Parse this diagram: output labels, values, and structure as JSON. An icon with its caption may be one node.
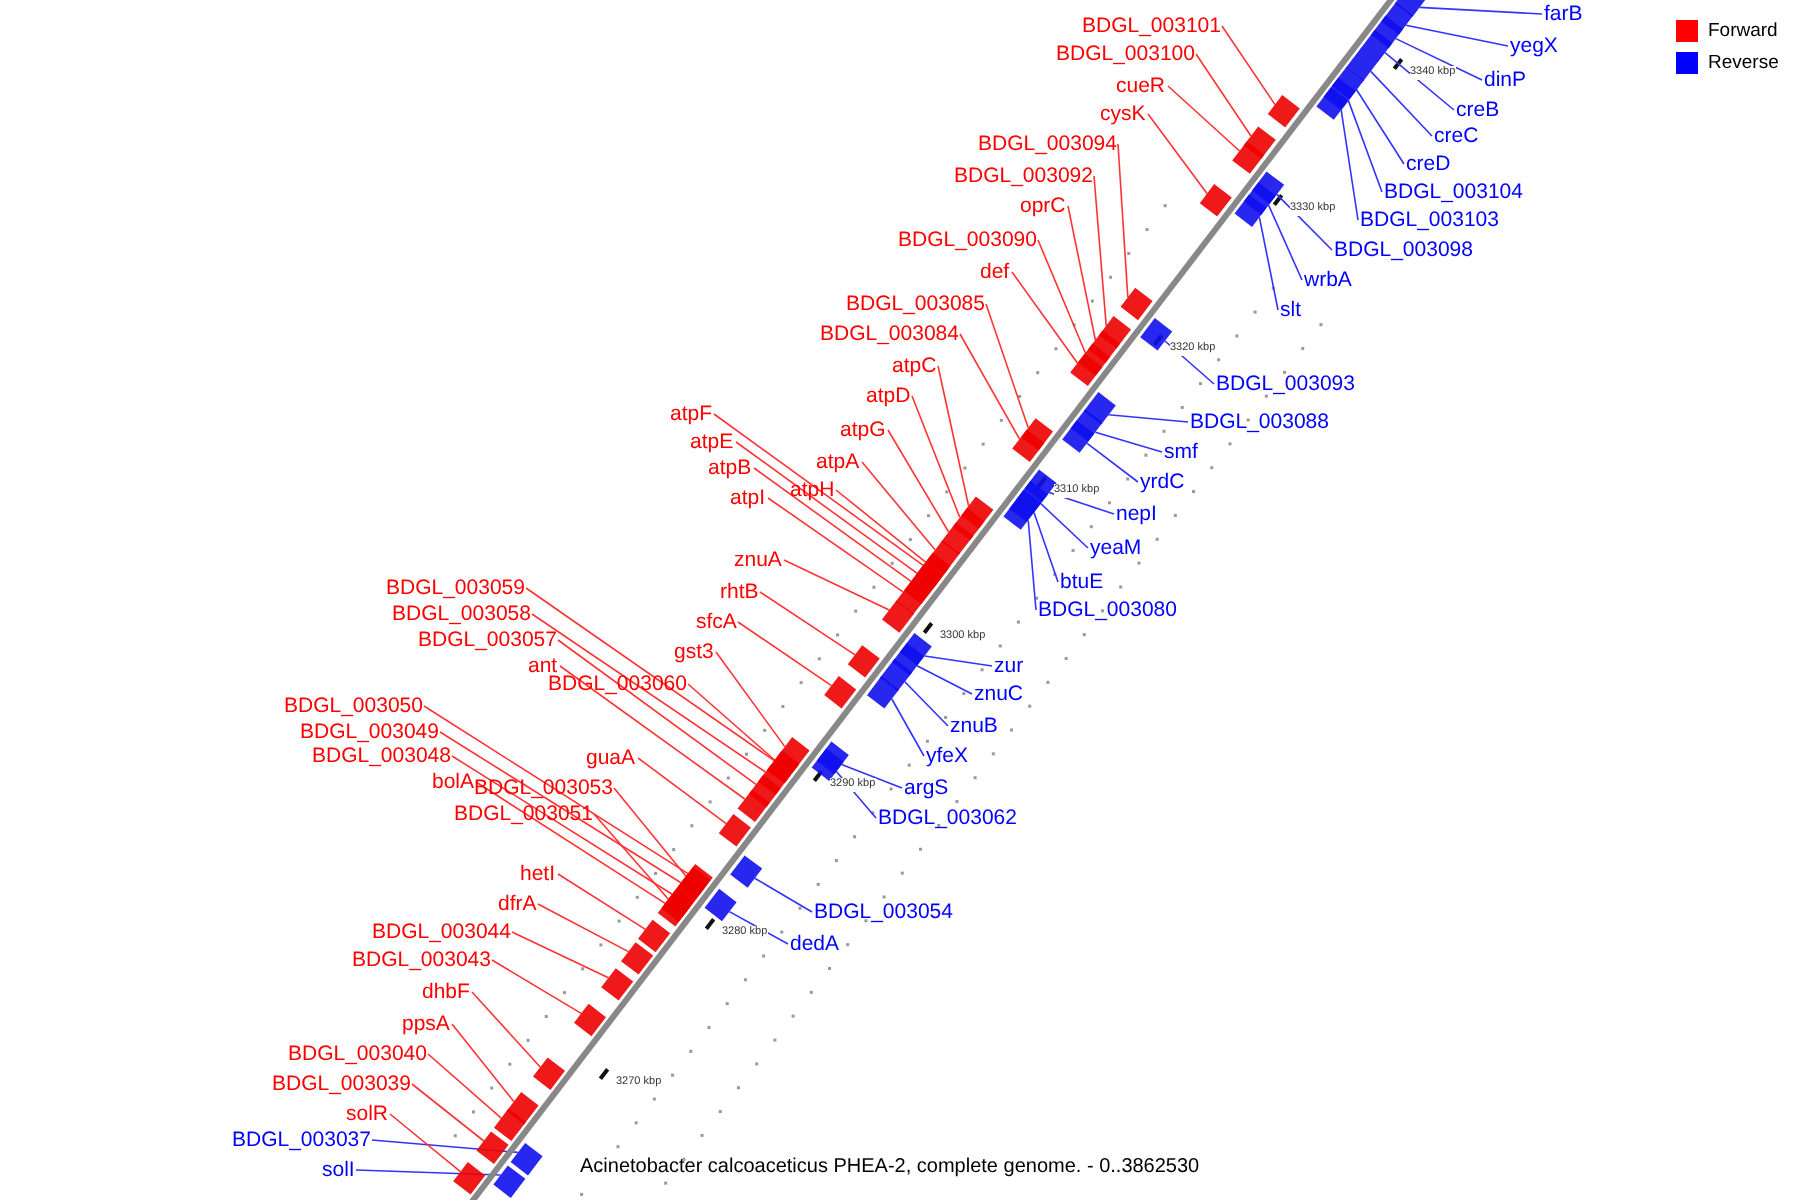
{
  "diagram": {
    "caption": "Acinetobacter calcoaceticus PHEA-2, complete genome. - 0..3862530",
    "nodes": [
      {
        "text": [
          "BDGL_003101"
        ]
      },
      {
        "text": [
          "BDGL_003100"
        ]
      },
      {
        "text": [
          "cueR"
        ]
      },
      {
        "text": [
          "cysK"
        ]
      },
      {
        "text": [
          "BDGL_003094"
        ]
      },
      {
        "text": [
          "BDGL_003092"
        ]
      },
      {
        "text": [
          "oprC"
        ]
      },
      {
        "text": [
          "BDGL_003090"
        ]
      },
      {
        "text": [
          "def"
        ]
      },
      {
        "text": [
          "BDGL_003085"
        ]
      },
      {
        "text": [
          "BDGL_003084"
        ]
      },
      {
        "text": [
          "atpC"
        ]
      },
      {
        "text": [
          "atpD"
        ]
      },
      {
        "text": [
          "atpG"
        ]
      },
      {
        "text": [
          "atpA"
        ]
      },
      {
        "text": [
          "atpF"
        ]
      },
      {
        "text": [
          "atpE"
        ]
      },
      {
        "text": [
          "atpB"
        ]
      },
      {
        "text": [
          "atpH"
        ]
      },
      {
        "text": [
          "atpI"
        ]
      },
      {
        "text": [
          "znuA"
        ]
      },
      {
        "text": [
          "rhtB"
        ]
      },
      {
        "text": [
          "sfcA"
        ]
      },
      {
        "text": [
          "gst3"
        ]
      },
      {
        "text": [
          "BDGL_003059"
        ]
      },
      {
        "text": [
          "BDGL_003058"
        ]
      },
      {
        "text": [
          "BDGL_003057"
        ]
      },
      {
        "text": [
          "ant"
        ]
      },
      {
        "text": [
          "BDGL_003060"
        ]
      },
      {
        "text": [
          "BDGL_003050"
        ]
      },
      {
        "text": [
          "BDGL_003049"
        ]
      },
      {
        "text": [
          "BDGL_003048"
        ]
      },
      {
        "text": [
          "bolA"
        ]
      },
      {
        "text": [
          "guaA"
        ]
      },
      {
        "text": [
          "BDGL_003053"
        ]
      },
      {
        "text": [
          "BDGL_003051"
        ]
      },
      {
        "text": [
          "hetI"
        ]
      },
      {
        "text": [
          "dfrA"
        ]
      },
      {
        "text": [
          "BDGL_003044"
        ]
      },
      {
        "text": [
          "BDGL_003043"
        ]
      },
      {
        "text": [
          "dhbF"
        ]
      },
      {
        "text": [
          "ppsA"
        ]
      },
      {
        "text": [
          "BDGL_003040"
        ]
      },
      {
        "text": [
          "BDGL_003039"
        ]
      },
      {
        "text": [
          "solR"
        ]
      },
      {
        "text": [
          "BDGL_003037"
        ]
      },
      {
        "text": [
          "solI"
        ]
      },
      {
        "text": [
          "farB"
        ]
      },
      {
        "text": [
          "yegX"
        ]
      },
      {
        "text": [
          "dinP"
        ]
      },
      {
        "text": [
          "creB"
        ]
      },
      {
        "text": [
          "creC"
        ]
      },
      {
        "text": [
          "creD"
        ]
      },
      {
        "text": [
          "BDGL_003104"
        ]
      },
      {
        "text": [
          "BDGL_003103"
        ]
      },
      {
        "text": [
          "BDGL_003098"
        ]
      },
      {
        "text": [
          "wrbA"
        ]
      },
      {
        "text": [
          "slt"
        ]
      },
      {
        "text": [
          "BDGL_003093"
        ]
      },
      {
        "text": [
          "BDGL_003088"
        ]
      },
      {
        "text": [
          "smf"
        ]
      },
      {
        "text": [
          "yrdC"
        ]
      },
      {
        "text": [
          "nepI"
        ]
      },
      {
        "text": [
          "yeaM"
        ]
      },
      {
        "text": [
          "btuE"
        ]
      },
      {
        "text": [
          "BDGL_003080"
        ]
      },
      {
        "text": [
          "zur"
        ]
      },
      {
        "text": [
          "znuC"
        ]
      },
      {
        "text": [
          "znuB"
        ]
      },
      {
        "text": [
          "yfeX"
        ]
      },
      {
        "text": [
          "argS"
        ]
      },
      {
        "text": [
          "BDGL_003062"
        ]
      },
      {
        "text": [
          "BDGL_003054"
        ]
      },
      {
        "text": [
          "dedA"
        ]
      },
      {
        "text": [],
        "shape": "bar"
      },
      {
        "text": [],
        "shape": "bar"
      },
      {
        "text": [],
        "shape": "bar"
      },
      {
        "text": [],
        "shape": "bar"
      },
      {
        "text": [],
        "shape": "bar"
      },
      {
        "text": [],
        "shape": "bar"
      },
      {
        "text": [],
        "shape": "bar"
      },
      {
        "text": [],
        "shape": "bar"
      },
      {
        "text": [],
        "shape": "bar"
      },
      {
        "text": [],
        "shape": "bar"
      },
      {
        "text": [],
        "shape": "bar"
      },
      {
        "text": [],
        "shape": "bar"
      },
      {
        "text": [],
        "shape": "bar"
      },
      {
        "text": [],
        "shape": "bar"
      },
      {
        "text": [],
        "shape": "bar"
      },
      {
        "text": [],
        "shape": "bar"
      },
      {
        "text": [],
        "shape": "bar"
      },
      {
        "text": [],
        "shape": "bar"
      },
      {
        "text": [],
        "shape": "bar"
      },
      {
        "text": [],
        "shape": "bar"
      },
      {
        "text": [],
        "shape": "bar"
      },
      {
        "text": [],
        "shape": "bar"
      },
      {
        "text": [],
        "shape": "bar"
      },
      {
        "text": [],
        "shape": "bar"
      },
      {
        "text": [],
        "shape": "bar"
      },
      {
        "text": [],
        "shape": "bar"
      },
      {
        "text": [],
        "shape": "bar"
      },
      {
        "text": [],
        "shape": "bar"
      },
      {
        "text": [],
        "shape": "bar"
      },
      {
        "text": [],
        "shape": "bar"
      },
      {
        "text": [],
        "shape": "bar"
      },
      {
        "text": [],
        "shape": "bar"
      },
      {
        "text": [],
        "shape": "bar"
      },
      {
        "text": [],
        "shape": "bar"
      },
      {
        "text": [],
        "shape": "bar"
      },
      {
        "text": [],
        "shape": "bar"
      },
      {
        "text": [],
        "shape": "bar"
      },
      {
        "text": [],
        "shape": "bar"
      },
      {
        "text": [],
        "shape": "bar"
      },
      {
        "text": [],
        "shape": "bar"
      },
      {
        "text": [],
        "shape": "bar"
      },
      {
        "text": [],
        "shape": "bar"
      },
      {
        "text": [],
        "shape": "bar"
      },
      {
        "text": [],
        "shape": "bar"
      },
      {
        "text": [],
        "shape": "bar"
      },
      {
        "text": [],
        "shape": "bar"
      },
      {
        "text": [],
        "shape": "bar"
      },
      {
        "text": [],
        "shape": "bar"
      },
      {
        "text": [],
        "shape": "bar"
      },
      {
        "text": [],
        "shape": "bar"
      },
      {
        "text": [],
        "shape": "bar"
      },
      {
        "text": [],
        "shape": "bar"
      },
      {
        "text": [],
        "shape": "bar"
      },
      {
        "text": [],
        "shape": "bar"
      },
      {
        "text": [],
        "shape": "bar"
      },
      {
        "text": [],
        "shape": "bar"
      },
      {
        "text": [],
        "shape": "bar"
      },
      {
        "text": [],
        "shape": "bar"
      },
      {
        "text": [],
        "shape": "bar"
      },
      {
        "text": [],
        "shape": "bar"
      },
      {
        "text": [],
        "shape": "bar"
      },
      {
        "text": [],
        "shape": "bar"
      },
      {
        "text": [],
        "shape": "bar"
      },
      {
        "text": [],
        "shape": "bar"
      },
      {
        "text": [],
        "shape": "bar"
      },
      {
        "text": [],
        "shape": "bar"
      },
      {
        "text": [],
        "shape": "bar"
      },
      {
        "text": [],
        "shape": "bar"
      },
      {
        "text": [],
        "shape": "bar"
      },
      {
        "text": [],
        "shape": "bar"
      },
      {
        "text": [],
        "shape": "bar"
      },
      {
        "text": [],
        "shape": "bar"
      },
      {
        "text": [],
        "shape": "bar"
      },
      {
        "text": [],
        "shape": "bar"
      }
    ],
    "edges": [
      {
        "from": 0,
        "to": 74,
        "arrow": "none"
      },
      {
        "from": 1,
        "to": 75,
        "arrow": "none"
      },
      {
        "from": 2,
        "to": 76,
        "arrow": "none"
      },
      {
        "from": 3,
        "to": 77,
        "arrow": "none"
      },
      {
        "from": 4,
        "to": 78,
        "arrow": "none"
      },
      {
        "from": 5,
        "to": 79,
        "arrow": "none"
      },
      {
        "from": 6,
        "to": 80,
        "arrow": "none"
      },
      {
        "from": 7,
        "to": 81,
        "arrow": "none"
      },
      {
        "from": 8,
        "to": 82,
        "arrow": "none"
      },
      {
        "from": 9,
        "to": 83,
        "arrow": "none"
      },
      {
        "from": 10,
        "to": 84,
        "arrow": "none"
      },
      {
        "from": 11,
        "to": 85,
        "arrow": "none"
      },
      {
        "from": 12,
        "to": 86,
        "arrow": "none"
      },
      {
        "from": 13,
        "to": 87,
        "arrow": "none"
      },
      {
        "from": 14,
        "to": 88,
        "arrow": "none"
      },
      {
        "from": 15,
        "to": 89,
        "arrow": "none"
      },
      {
        "from": 16,
        "to": 90,
        "arrow": "none"
      },
      {
        "from": 17,
        "to": 91,
        "arrow": "none"
      },
      {
        "from": 18,
        "to": 92,
        "arrow": "none"
      },
      {
        "from": 19,
        "to": 93,
        "arrow": "none"
      },
      {
        "from": 20,
        "to": 94,
        "arrow": "none"
      },
      {
        "from": 21,
        "to": 95,
        "arrow": "none"
      },
      {
        "from": 22,
        "to": 96,
        "arrow": "none"
      },
      {
        "from": 23,
        "to": 97,
        "arrow": "none"
      },
      {
        "from": 24,
        "to": 98,
        "arrow": "none"
      },
      {
        "from": 25,
        "to": 99,
        "arrow": "none"
      },
      {
        "from": 26,
        "to": 100,
        "arrow": "none"
      },
      {
        "from": 27,
        "to": 101,
        "arrow": "none"
      },
      {
        "from": 28,
        "to": 102,
        "arrow": "none"
      },
      {
        "from": 29,
        "to": 103,
        "arrow": "none"
      },
      {
        "from": 30,
        "to": 104,
        "arrow": "none"
      },
      {
        "from": 31,
        "to": 105,
        "arrow": "none"
      },
      {
        "from": 32,
        "to": 106,
        "arrow": "none"
      },
      {
        "from": 33,
        "to": 107,
        "arrow": "none"
      },
      {
        "from": 34,
        "to": 108,
        "arrow": "none"
      },
      {
        "from": 35,
        "to": 109,
        "arrow": "none"
      },
      {
        "from": 36,
        "to": 110,
        "arrow": "none"
      },
      {
        "from": 37,
        "to": 111,
        "arrow": "none"
      },
      {
        "from": 38,
        "to": 112,
        "arrow": "none"
      },
      {
        "from": 39,
        "to": 113,
        "arrow": "none"
      },
      {
        "from": 40,
        "to": 114,
        "arrow": "none"
      },
      {
        "from": 41,
        "to": 115,
        "arrow": "none"
      },
      {
        "from": 42,
        "to": 116,
        "arrow": "none"
      },
      {
        "from": 43,
        "to": 117,
        "arrow": "none"
      },
      {
        "from": 44,
        "to": 118,
        "arrow": "none"
      },
      {
        "from": 45,
        "to": 119,
        "arrow": "none",
        "color": "#3333ff"
      },
      {
        "from": 46,
        "to": 120,
        "arrow": "none",
        "color": "#3333ff"
      },
      {
        "from": 47,
        "to": 121,
        "arrow": "none",
        "color": "#3333ff"
      },
      {
        "from": 48,
        "to": 122,
        "arrow": "none",
        "color": "#3333ff"
      },
      {
        "from": 49,
        "to": 123,
        "arrow": "none",
        "color": "#3333ff"
      },
      {
        "from": 50,
        "to": 124,
        "arrow": "none",
        "color": "#3333ff"
      },
      {
        "from": 51,
        "to": 125,
        "arrow": "none",
        "color": "#3333ff"
      },
      {
        "from": 52,
        "to": 126,
        "arrow": "none",
        "color": "#3333ff"
      },
      {
        "from": 53,
        "to": 127,
        "arrow": "none",
        "color": "#3333ff"
      },
      {
        "from": 54,
        "to": 128,
        "arrow": "none",
        "color": "#3333ff"
      },
      {
        "from": 55,
        "to": 129,
        "arrow": "none",
        "color": "#3333ff"
      },
      {
        "from": 56,
        "to": 130,
        "arrow": "none",
        "color": "#3333ff"
      },
      {
        "from": 57,
        "to": 131,
        "arrow": "none",
        "color": "#3333ff"
      },
      {
        "from": 58,
        "to": 132,
        "arrow": "none",
        "color": "#3333ff"
      },
      {
        "from": 59,
        "to": 133,
        "arrow": "none",
        "color": "#3333ff"
      },
      {
        "from": 60,
        "to": 134,
        "arrow": "none",
        "color": "#3333ff"
      },
      {
        "from": 61,
        "to": 135,
        "arrow": "none",
        "color": "#3333ff"
      },
      {
        "from": 62,
        "to": 136,
        "arrow": "none",
        "color": "#3333ff"
      },
      {
        "from": 63,
        "to": 137,
        "arrow": "none",
        "color": "#3333ff"
      },
      {
        "from": 64,
        "to": 138,
        "arrow": "none",
        "color": "#3333ff"
      },
      {
        "from": 65,
        "to": 139,
        "arrow": "none",
        "color": "#3333ff"
      },
      {
        "from": 66,
        "to": 140,
        "arrow": "none",
        "color": "#3333ff"
      },
      {
        "from": 67,
        "to": 141,
        "arrow": "none",
        "color": "#3333ff"
      },
      {
        "from": 68,
        "to": 142,
        "arrow": "none",
        "color": "#3333ff"
      },
      {
        "from": 69,
        "to": 143,
        "arrow": "none",
        "color": "#3333ff"
      },
      {
        "from": 70,
        "to": 144,
        "arrow": "none",
        "color": "#3333ff"
      },
      {
        "from": 71,
        "to": 145,
        "arrow": "none",
        "color": "#3333ff"
      },
      {
        "from": 72,
        "to": 146,
        "arrow": "none",
        "color": "#3333ff"
      },
      {
        "from": 73,
        "to": 147,
        "arrow": "none",
        "color": "#3333ff"
      }
    ],
    "labels": [
      "3340 kbp",
      "3330 kbp",
      "3320 kbp",
      "3310 kbp",
      "3300 kbp",
      "3290 kbp",
      "3280 kbp",
      "3270 kbp"
    ],
    "legend": [
      {
        "text": "Forward",
        "color": "#ff0000"
      },
      {
        "text": "Reverse",
        "color": "#0000ff"
      }
    ]
  }
}
